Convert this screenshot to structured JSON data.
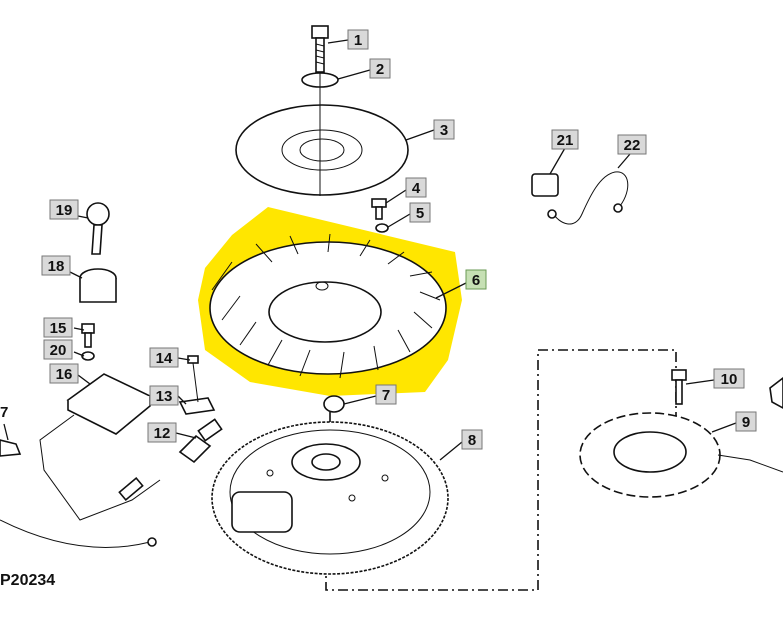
{
  "drawing_id": "P20234",
  "highlight_color": "#ffe600",
  "callouts": [
    {
      "id": "1",
      "label": "1"
    },
    {
      "id": "2",
      "label": "2"
    },
    {
      "id": "3",
      "label": "3"
    },
    {
      "id": "4",
      "label": "4"
    },
    {
      "id": "5",
      "label": "5"
    },
    {
      "id": "6",
      "label": "6",
      "highlighted": true
    },
    {
      "id": "7a",
      "label": "7"
    },
    {
      "id": "7b",
      "label": "7"
    },
    {
      "id": "8",
      "label": "8"
    },
    {
      "id": "9",
      "label": "9"
    },
    {
      "id": "10",
      "label": "10"
    },
    {
      "id": "12",
      "label": "12"
    },
    {
      "id": "13",
      "label": "13"
    },
    {
      "id": "14",
      "label": "14"
    },
    {
      "id": "15",
      "label": "15"
    },
    {
      "id": "16",
      "label": "16"
    },
    {
      "id": "18",
      "label": "18"
    },
    {
      "id": "19",
      "label": "19"
    },
    {
      "id": "20",
      "label": "20"
    },
    {
      "id": "21",
      "label": "21"
    },
    {
      "id": "22",
      "label": "22"
    }
  ]
}
